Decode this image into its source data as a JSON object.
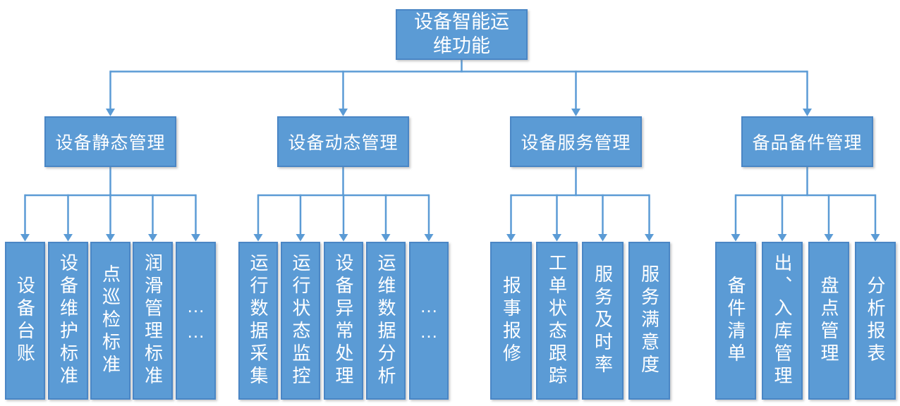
{
  "diagram": {
    "root": {
      "label": "设备智能运\n维功能"
    },
    "groups": [
      {
        "label": "设备静态管理",
        "leaves": [
          "设备台账",
          "设备维护标准",
          "点巡检标准",
          "润滑管理标准",
          "……"
        ]
      },
      {
        "label": "设备动态管理",
        "leaves": [
          "运行数据采集",
          "运行状态监控",
          "设备异常处理",
          "运维数据分析",
          "……"
        ]
      },
      {
        "label": "设备服务管理",
        "leaves": [
          "报事报修",
          "工单状态跟踪",
          "服务及时率",
          "服务满意度"
        ]
      },
      {
        "label": "备品备件管理",
        "leaves": [
          "备件清单",
          "出、入库管理",
          "盘点管理",
          "分析报表"
        ]
      }
    ],
    "colors": {
      "box_fill": "#5b9bd5",
      "box_border": "#4a86c5",
      "connector": "#5b9bd5",
      "text": "#ffffff"
    }
  }
}
